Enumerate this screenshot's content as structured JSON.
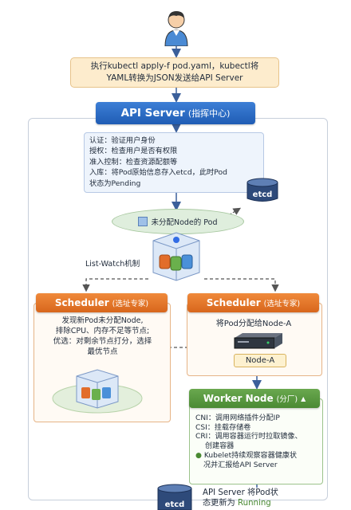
{
  "request_note": {
    "line1": "执行kubectl apply-f pod.yaml，kubectl将",
    "line2": "YAML转换为JSON发送给API Server"
  },
  "api_server": {
    "title": "API Server",
    "subtitle": "(指挥中心)"
  },
  "auth_steps": [
    "认证：验证用户身份",
    "授权：检查用户是否有权限",
    "准入控制：检查资源配额等",
    "入库：将Pod原始信息存入etcd，此时Pod",
    "状态为Pending"
  ],
  "etcd_label": "etcd",
  "unassigned_pod": "未分配Node的 Pod",
  "list_watch": "List-Watch机制",
  "scheduler_left": {
    "title": "Scheduler",
    "subtitle": "(选址专家)",
    "lines": [
      "发现新Pod未分配Node,",
      "排除CPU、内存不足等节点;",
      "优选：对剩余节点打分，选择",
      "最优节点"
    ]
  },
  "scheduler_right": {
    "title": "Scheduler",
    "subtitle": "(选址专家)",
    "assign_text": "将Pod分配给Node-A",
    "node_label": "Node-A"
  },
  "worker_node": {
    "title": "Worker Node",
    "subtitle": "(分厂)",
    "lines": [
      "CNI：调用网络插件分配IP",
      "CSI：挂载存储卷",
      "CRI：调用容器运行时拉取镜像、",
      "创建容器"
    ],
    "bullet_lines": [
      "Kubelet持续观察容器健康状",
      "况并汇报给API Server"
    ]
  },
  "final_status": {
    "line1": "API Server 将Pod状",
    "line2_prefix": "态更新为",
    "running": "Running"
  }
}
